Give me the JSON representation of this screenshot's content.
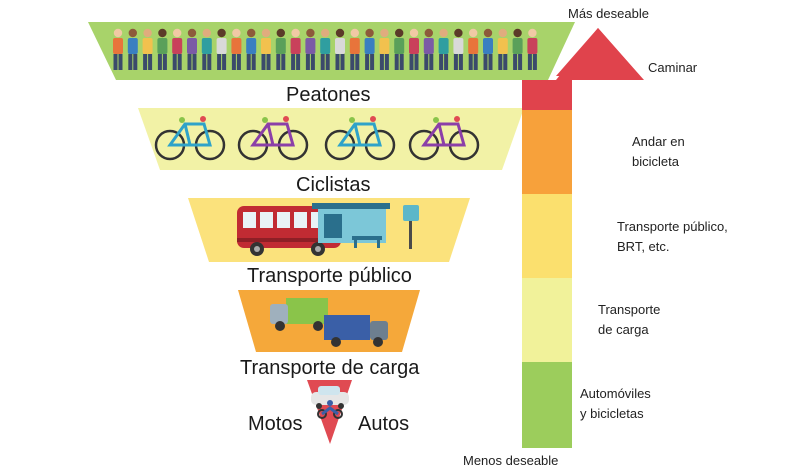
{
  "pyramid": {
    "levels": [
      {
        "label": "Peatones",
        "color": "#a8d36a"
      },
      {
        "label": "Ciclistas",
        "color": "#f2f2a6"
      },
      {
        "label": "Transporte público",
        "color": "#fbe27c"
      },
      {
        "label": "Transporte de carga",
        "color": "#f5a83a"
      },
      {
        "label": "Motos",
        "color": "#e04a52"
      }
    ],
    "bottom_right_label": "Autos"
  },
  "scale": {
    "top_label": "Más deseable",
    "bottom_label": "Menos deseable",
    "items": [
      {
        "lines": [
          "Caminar"
        ],
        "color": "#e0434c"
      },
      {
        "lines": [
          "Andar en",
          "bicicleta"
        ],
        "color": "#f7a13b"
      },
      {
        "lines": [
          "Transporte público,",
          "BRT, etc."
        ],
        "color": "#fbe06e"
      },
      {
        "lines": [
          "Transporte",
          "de carga"
        ],
        "color": "#f1f29a"
      },
      {
        "lines": [
          "Automóviles",
          "y bicicletas"
        ],
        "color": "#9ccd5c"
      }
    ]
  },
  "icons": {
    "people": "pedestrians-icon",
    "bicycles": "bicycle-icon",
    "bus": "bus-icon",
    "bus_stop": "bus-stop-icon",
    "trucks": "truck-icon",
    "car": "car-icon",
    "motorcycle": "motorcycle-icon"
  }
}
